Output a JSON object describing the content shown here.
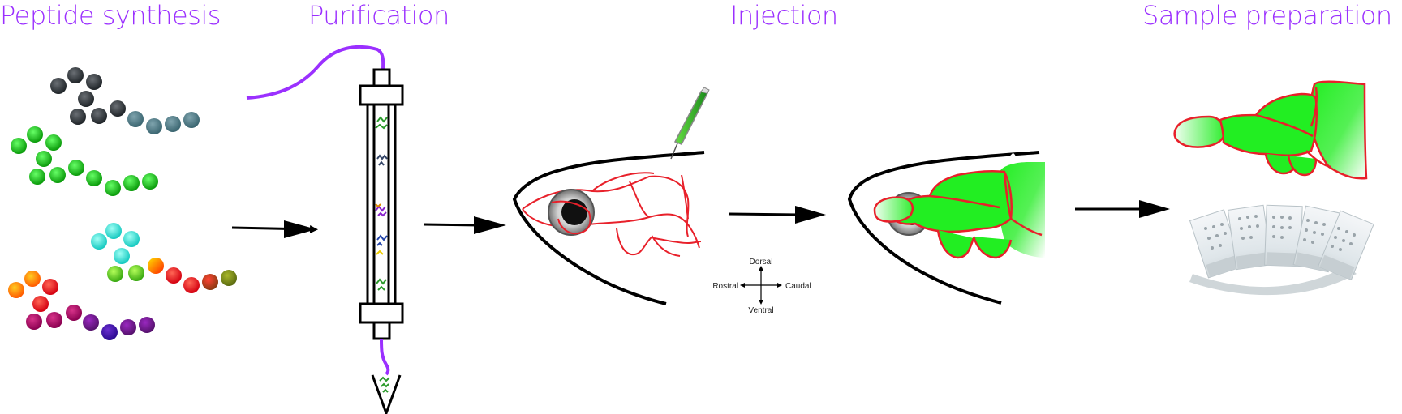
{
  "stages": [
    {
      "label": "Peptide synthesis"
    },
    {
      "label": "Purification"
    },
    {
      "label": "Injection"
    },
    {
      "label": "Sample preparation"
    }
  ],
  "compass": {
    "dorsal": "Dorsal",
    "ventral": "Ventral",
    "rostral": "Rostral",
    "caudal": "Caudal"
  },
  "colors": {
    "title": "#9b30ff",
    "tubing": "#9b30ff",
    "outline": "#111111",
    "brain_outline": "#e8202a",
    "brain_fill": "#22ee22",
    "arrow": "#000000"
  },
  "icons": [
    "peptide-bead-chains",
    "chromatography-column",
    "pipette-tip",
    "injection-needle",
    "fish-head",
    "eye",
    "orientation-compass",
    "dissected-brain",
    "brain-section-slides"
  ]
}
